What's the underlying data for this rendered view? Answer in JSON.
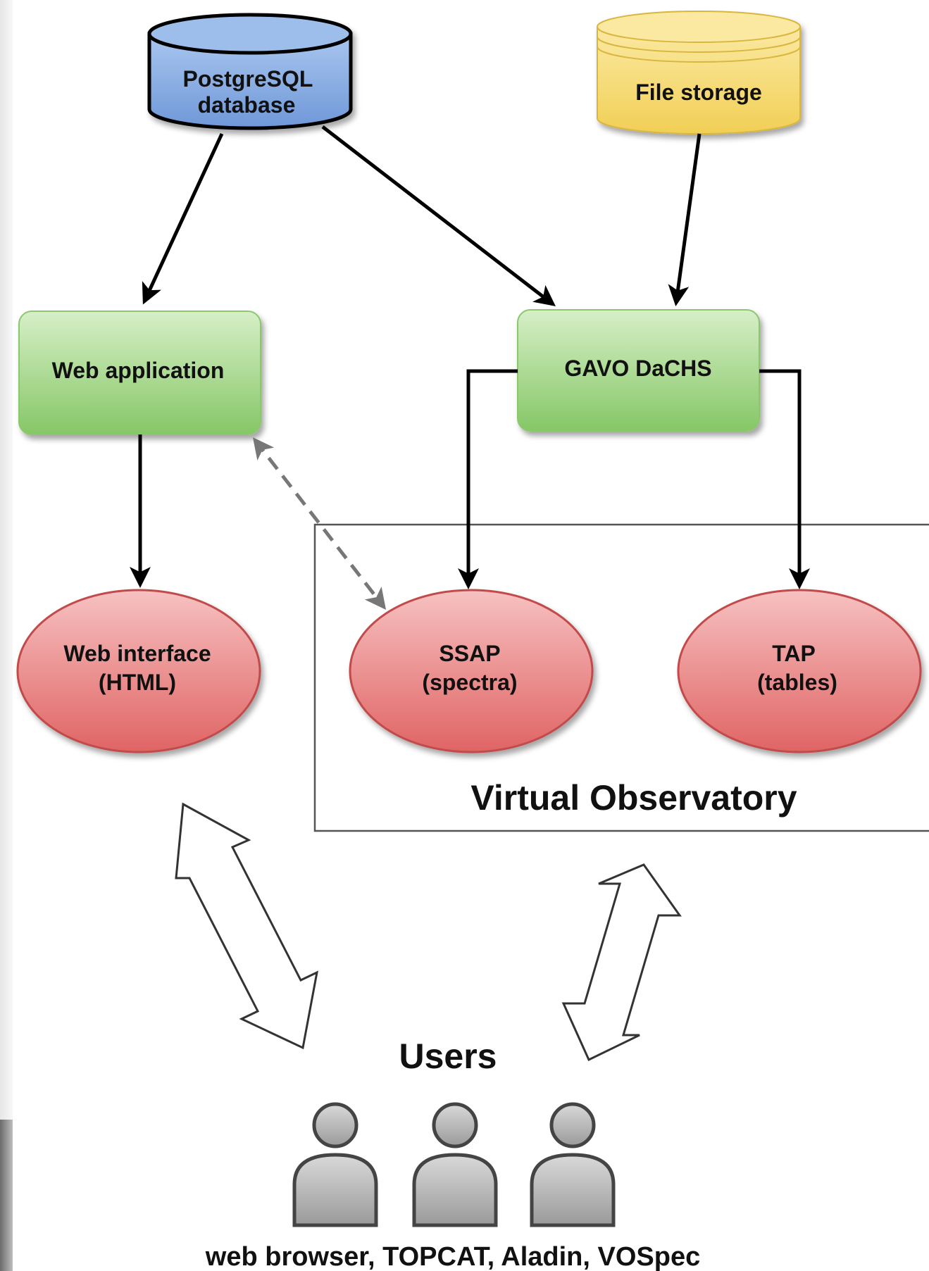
{
  "nodes": {
    "postgres": {
      "line1": "PostgreSQL",
      "line2": "database",
      "color": "#7da4dc"
    },
    "file_storage": {
      "label": "File storage",
      "color": "#f5d96b"
    },
    "web_application": {
      "label": "Web application",
      "color": "#9fd17f"
    },
    "gavo_dachs": {
      "label": "GAVO DaCHS",
      "color": "#9fd17f"
    },
    "web_interface": {
      "line1": "Web interface",
      "line2": "(HTML)",
      "color": "#e56b6b"
    },
    "ssap": {
      "line1": "SSAP",
      "line2": "(spectra)",
      "color": "#e56b6b"
    },
    "tap": {
      "line1": "TAP",
      "line2": "(tables)",
      "color": "#e56b6b"
    }
  },
  "groups": {
    "virtual_observatory": {
      "label": "Virtual Observatory"
    }
  },
  "users": {
    "title": "Users",
    "clients": "web browser, TOPCAT, Aladin, VOSpec",
    "count": 3
  },
  "edges": [
    {
      "from": "postgres",
      "to": "web_application",
      "style": "solid"
    },
    {
      "from": "postgres",
      "to": "gavo_dachs",
      "style": "solid"
    },
    {
      "from": "file_storage",
      "to": "gavo_dachs",
      "style": "solid"
    },
    {
      "from": "web_application",
      "to": "web_interface",
      "style": "solid"
    },
    {
      "from": "gavo_dachs",
      "to": "ssap",
      "style": "solid-elbow"
    },
    {
      "from": "gavo_dachs",
      "to": "tap",
      "style": "solid-elbow"
    },
    {
      "from": "web_application",
      "to": "ssap",
      "style": "dashed-bidirectional"
    },
    {
      "from": "web_interface",
      "to": "users",
      "style": "hollow-bidirectional"
    },
    {
      "from": "virtual_observatory",
      "to": "users",
      "style": "hollow-bidirectional"
    }
  ]
}
